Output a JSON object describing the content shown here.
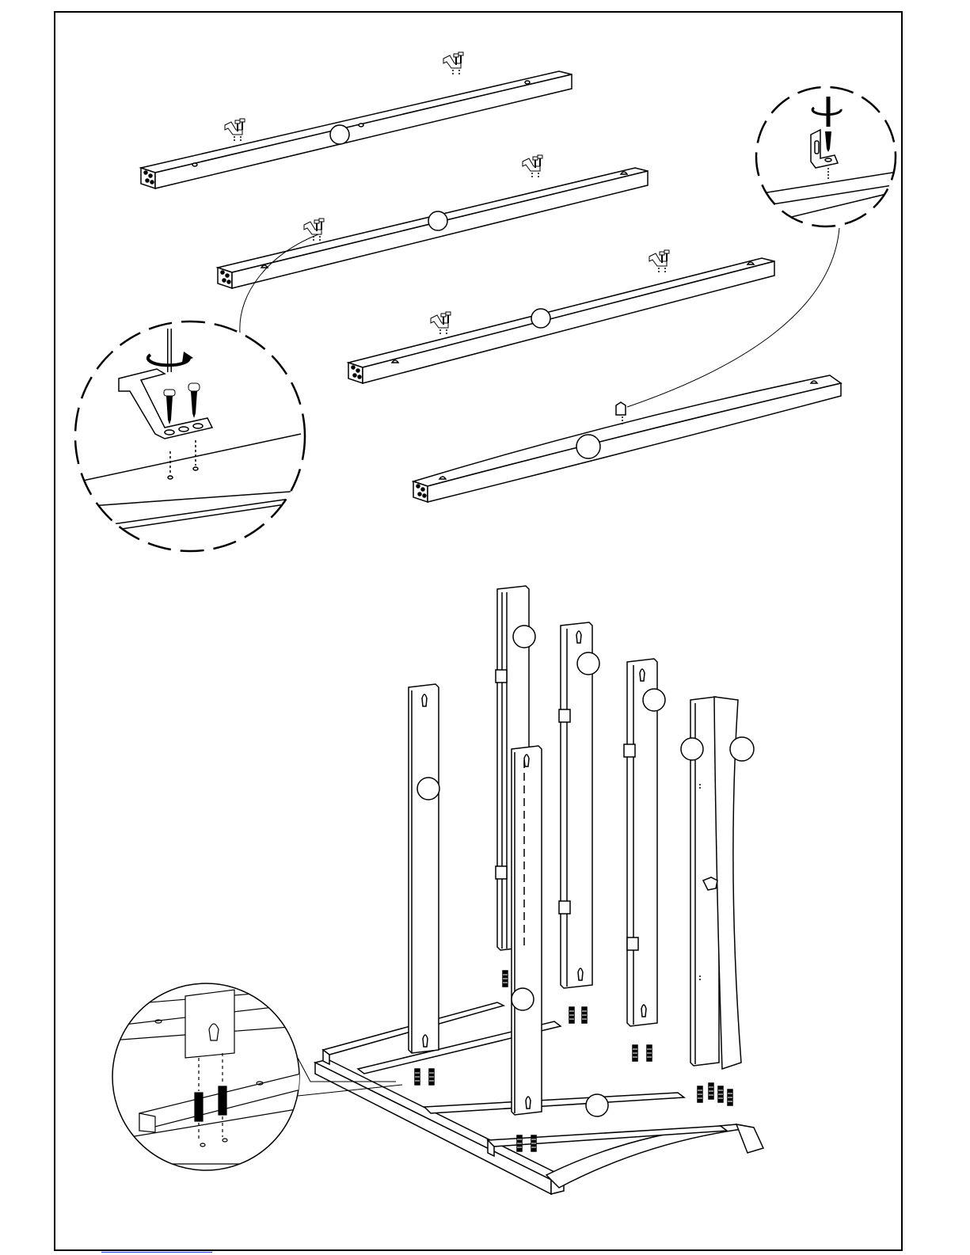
{
  "document": {
    "type": "assembly-instruction-diagram",
    "text_labels": [],
    "colors": {
      "ink": "#000000",
      "paper": "#ffffff",
      "link_underline": "#2b36d6"
    },
    "icons": [
      "screwdriver-icon",
      "rotation-arrow-icon",
      "screw-icon",
      "bracket-icon",
      "dowel-icon"
    ],
    "detail_callouts": [
      {
        "name": "bracket-screw-detail"
      },
      {
        "name": "angle-bracket-detail"
      },
      {
        "name": "dowel-insertion-detail"
      }
    ],
    "upper_rails_count": 4,
    "posts_count": 6,
    "part_markers_count": 15
  }
}
